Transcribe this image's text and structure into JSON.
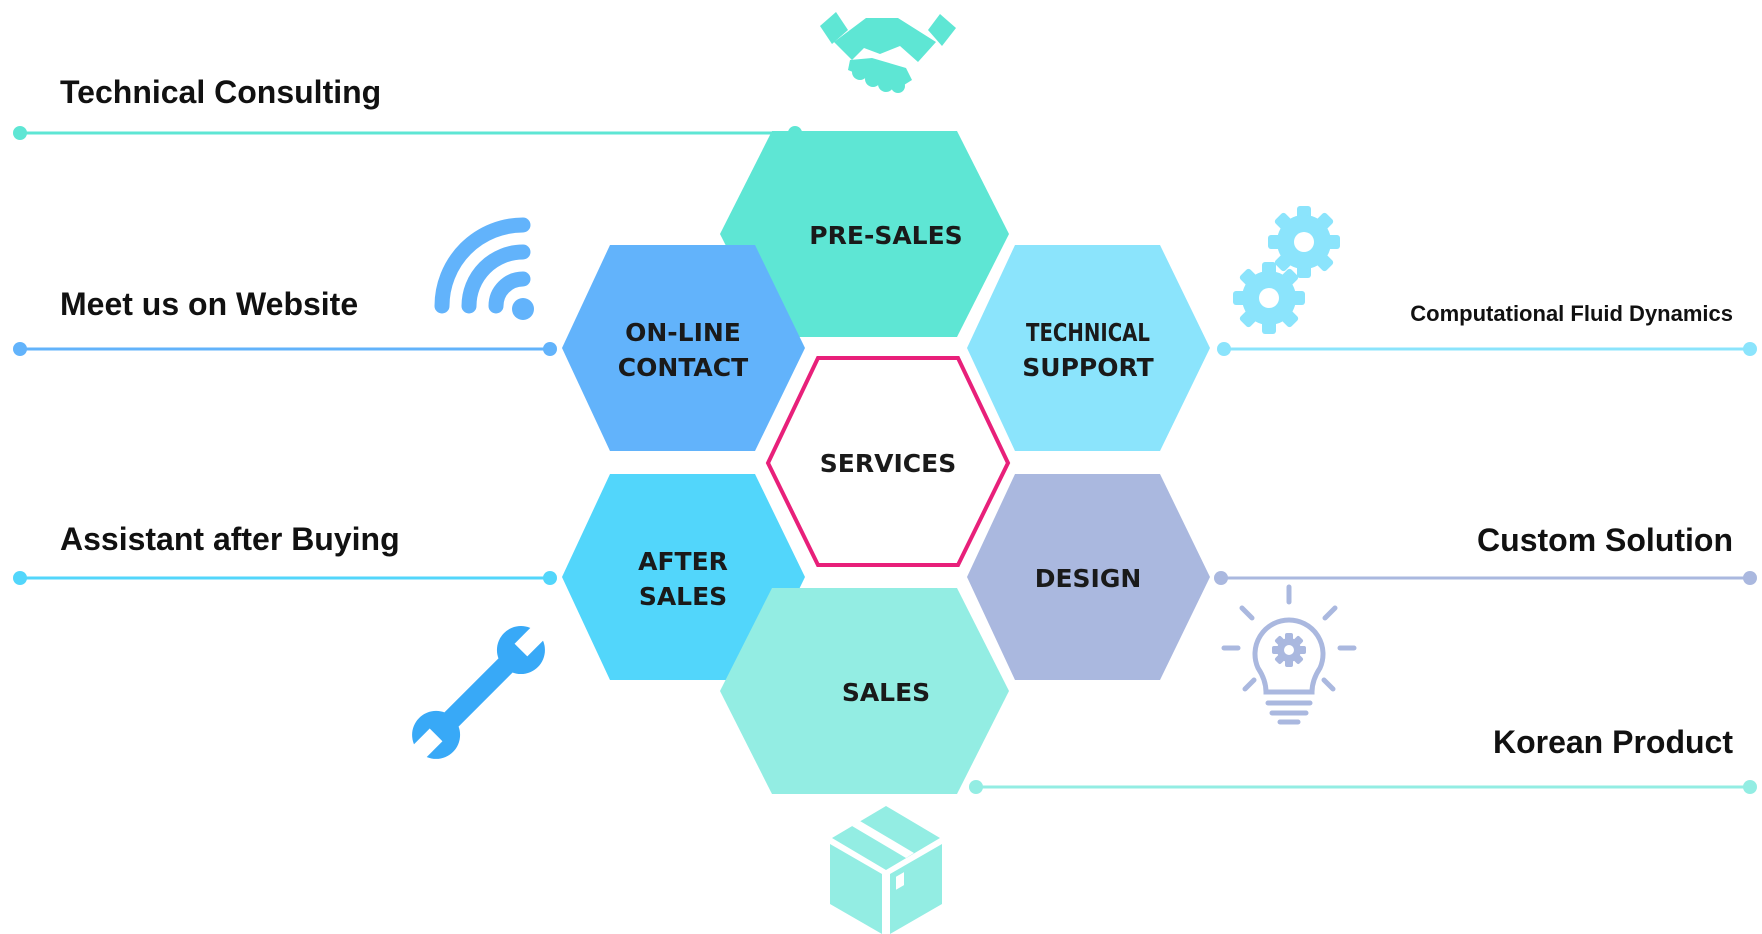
{
  "center": {
    "label": "SERVICES",
    "border_color": "#e8207a"
  },
  "hexagons": [
    {
      "id": "pre-sales",
      "lines": [
        "PRE-SALES"
      ],
      "color": "#5ee6d4"
    },
    {
      "id": "online-contact",
      "lines": [
        "ON-LINE",
        "CONTACT"
      ],
      "color": "#62b3fb"
    },
    {
      "id": "technical-support",
      "lines": [
        "TECHNICAL",
        "SUPPORT"
      ],
      "color": "#8be4fc"
    },
    {
      "id": "after-sales",
      "lines": [
        "AFTER",
        "SALES"
      ],
      "color": "#52d6fb"
    },
    {
      "id": "design",
      "lines": [
        "DESIGN"
      ],
      "color": "#aab8df"
    },
    {
      "id": "sales",
      "lines": [
        "SALES"
      ],
      "color": "#93ede3"
    }
  ],
  "labels": {
    "technical_consulting": "Technical Consulting",
    "meet_website": "Meet us on Website",
    "assistant_after_buying": "Assistant after Buying",
    "cfd": "Computational Fluid Dynamics",
    "custom_solution": "Custom Solution",
    "korean_product": "Korean Product"
  },
  "line_colors": {
    "technical_consulting": "#5ee6d4",
    "meet_website": "#62b3fb",
    "assistant_after_buying": "#52d6fb",
    "cfd": "#8be4fc",
    "custom_solution": "#aab8df",
    "korean_product": "#93ede3"
  },
  "icons": {
    "handshake": "handshake-icon",
    "wifi": "wifi-icon",
    "gears": "gears-icon",
    "wrench": "wrench-icon",
    "lightbulb": "lightbulb-icon",
    "box": "box-icon"
  }
}
